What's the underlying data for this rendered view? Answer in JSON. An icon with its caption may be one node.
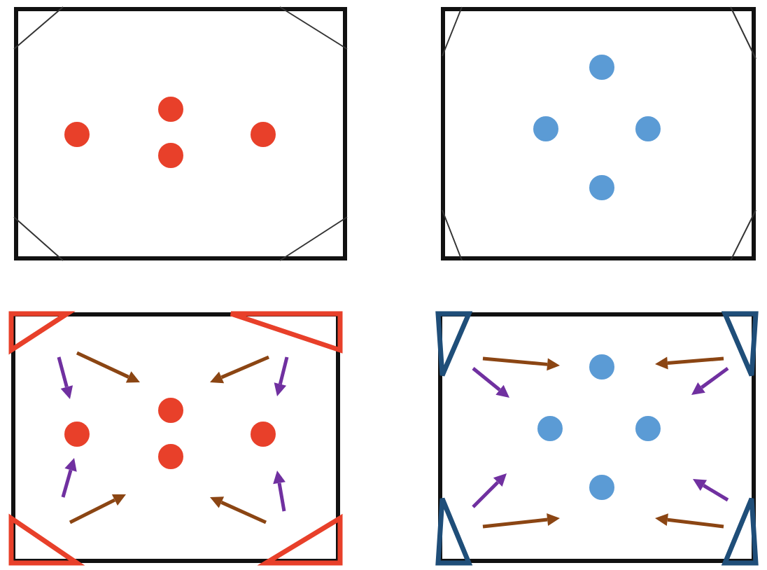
{
  "diagram": {
    "nodes": [
      {
        "text": [],
        "shape": "box"
      },
      {
        "text": [],
        "shape": "circle",
        "in": 0
      },
      {
        "text": [],
        "shape": "circle",
        "in": 0
      },
      {
        "text": [],
        "shape": "circle",
        "in": 0
      },
      {
        "text": [],
        "shape": "circle",
        "in": 0
      },
      {
        "text": [],
        "shape": "box"
      },
      {
        "text": [],
        "shape": "circle",
        "in": 5
      },
      {
        "text": [],
        "shape": "circle",
        "in": 5
      },
      {
        "text": [],
        "shape": "circle",
        "in": 5
      },
      {
        "text": [],
        "shape": "circle",
        "in": 5
      },
      {
        "text": [],
        "shape": "box"
      },
      {
        "text": [],
        "shape": "circle",
        "in": 10
      },
      {
        "text": [],
        "shape": "circle",
        "in": 10
      },
      {
        "text": [],
        "shape": "circle",
        "in": 10
      },
      {
        "text": [],
        "shape": "circle",
        "in": 10
      },
      {
        "text": [],
        "shape": "box"
      },
      {
        "text": [],
        "shape": "circle",
        "in": 15
      },
      {
        "text": [],
        "shape": "circle",
        "in": 15
      },
      {
        "text": [],
        "shape": "circle",
        "in": 15
      },
      {
        "text": [],
        "shape": "circle",
        "in": 15
      }
    ]
  }
}
